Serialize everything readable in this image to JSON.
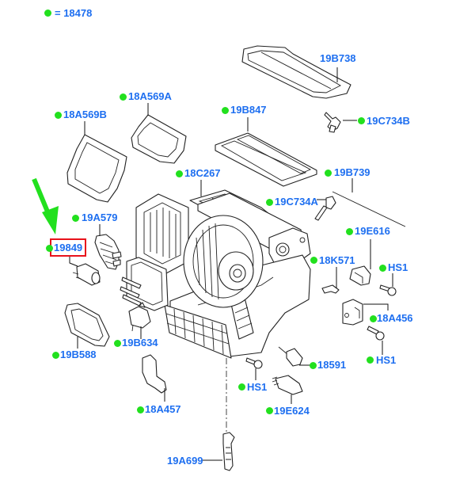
{
  "diagram": {
    "legend": {
      "marker": "green-dot",
      "text": "= 18478"
    },
    "highlighted_part": "19849",
    "arrow_color": "#22e01e",
    "label_color": "#1e6ff0",
    "dot_color": "#22e01e",
    "highlight_color": "#e8121b",
    "callouts": [
      {
        "id": "19B738",
        "text": "19B738",
        "dot": false
      },
      {
        "id": "18A569A",
        "text": "18A569A",
        "dot": true
      },
      {
        "id": "18A569B",
        "text": "18A569B",
        "dot": true
      },
      {
        "id": "19B847",
        "text": "19B847",
        "dot": true
      },
      {
        "id": "19C734B",
        "text": "19C734B",
        "dot": true
      },
      {
        "id": "18C267",
        "text": "18C267",
        "dot": true
      },
      {
        "id": "19B739",
        "text": "19B739",
        "dot": true
      },
      {
        "id": "19C734A",
        "text": "19C734A",
        "dot": true
      },
      {
        "id": "19A579",
        "text": "19A579",
        "dot": true
      },
      {
        "id": "19E616",
        "text": "19E616",
        "dot": true
      },
      {
        "id": "19849",
        "text": "19849",
        "dot": true
      },
      {
        "id": "18K571",
        "text": "18K571",
        "dot": true
      },
      {
        "id": "HS1-a",
        "text": "HS1",
        "dot": true
      },
      {
        "id": "18A456",
        "text": "18A456",
        "dot": true
      },
      {
        "id": "19B588",
        "text": "19B588",
        "dot": true
      },
      {
        "id": "19B634",
        "text": "19B634",
        "dot": true
      },
      {
        "id": "18591",
        "text": "18591",
        "dot": true
      },
      {
        "id": "HS1-b",
        "text": "HS1",
        "dot": true
      },
      {
        "id": "HS1-c",
        "text": "HS1",
        "dot": true
      },
      {
        "id": "18A457",
        "text": "18A457",
        "dot": true
      },
      {
        "id": "19E624",
        "text": "19E624",
        "dot": true
      },
      {
        "id": "19A699",
        "text": "19A699",
        "dot": false
      }
    ]
  }
}
